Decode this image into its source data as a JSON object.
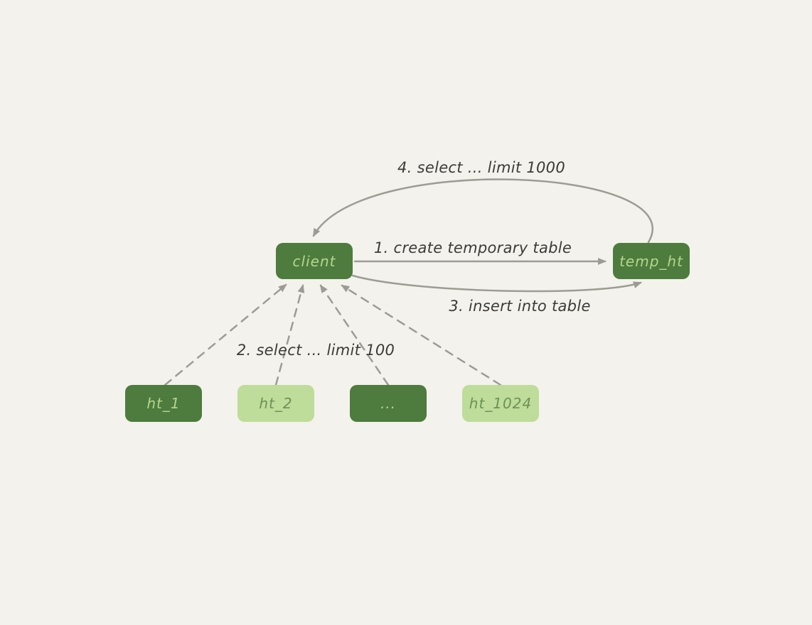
{
  "background": "#f4f2ec",
  "colors": {
    "node_dark": "#4e7b3e",
    "node_light": "#bedc9a",
    "text_on_dark": "#b4d68c",
    "text_on_light": "#6e9155",
    "arrow": "#9c9c95",
    "edge_label": "#3b3b38"
  },
  "nodes": {
    "client": {
      "label": "client",
      "variant": "dark"
    },
    "temp_ht": {
      "label": "temp_ht",
      "variant": "dark"
    },
    "ht_1": {
      "label": "ht_1",
      "variant": "dark"
    },
    "ht_2": {
      "label": "ht_2",
      "variant": "light"
    },
    "ht_ellipsis": {
      "label": "...",
      "variant": "dark"
    },
    "ht_1024": {
      "label": "ht_1024",
      "variant": "light"
    }
  },
  "edges": {
    "create_table": {
      "label": "1. create temporary table",
      "from": "client",
      "to": "temp_ht",
      "style": "solid"
    },
    "select_shards": {
      "label": "2. select ... limit 100",
      "from": "ht_1, ht_2, ..., ht_1024",
      "to": "client",
      "style": "dashed"
    },
    "insert_into": {
      "label": "3. insert into table",
      "from": "client",
      "to": "temp_ht",
      "style": "solid-curved"
    },
    "select_result": {
      "label": "4. select ... limit 1000",
      "from": "temp_ht",
      "to": "client",
      "style": "solid-curved"
    }
  }
}
